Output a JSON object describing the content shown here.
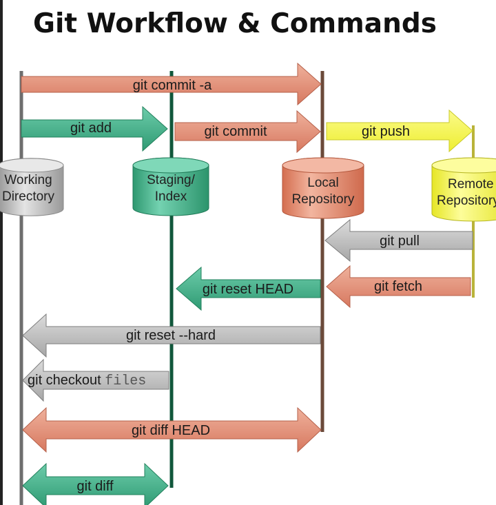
{
  "title": "Git Workflow & Commands",
  "colors": {
    "orange": "#e0937b",
    "green": "#48b38a",
    "yellow": "#f7f74e",
    "gray": "#bdbdbd",
    "line_working": "#6e6e6e",
    "line_staging": "#11573b",
    "line_local": "#6b4a3a",
    "line_remote": "#b9b33a"
  },
  "locations": {
    "working": {
      "line1": "Working",
      "line2": "Directory"
    },
    "staging": {
      "line1": "Staging/",
      "line2": "Index"
    },
    "local": {
      "line1": "Local",
      "line2": "Repository"
    },
    "remote": {
      "line1": "Remote",
      "line2": "Repository"
    }
  },
  "commands": {
    "commit_a": "git commit -a",
    "add": "git add",
    "commit": "git commit",
    "push": "git push",
    "pull": "git pull",
    "reset_head": "git reset HEAD",
    "fetch": "git fetch",
    "reset_hard": "git reset --hard",
    "checkout": "git checkout",
    "checkout_arg": "files",
    "diff_head": "git diff HEAD",
    "diff": "git diff"
  }
}
